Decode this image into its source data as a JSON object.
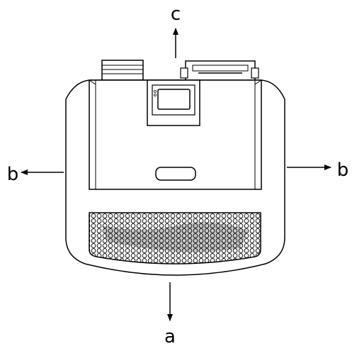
{
  "labels": {
    "top": "c",
    "left": "b",
    "right": "b",
    "bottom": "a"
  },
  "colors": {
    "stroke": "#000000",
    "background": "#ffffff"
  }
}
